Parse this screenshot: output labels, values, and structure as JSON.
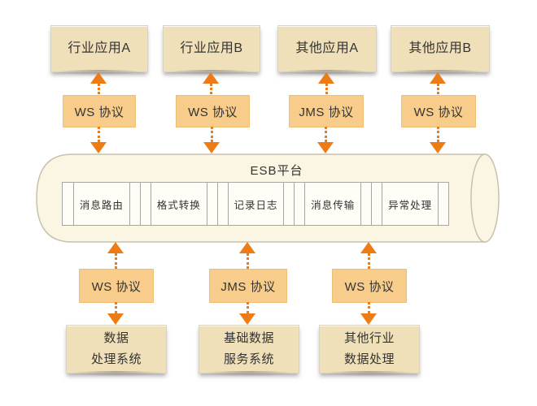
{
  "title": "ESB平台",
  "top_apps": [
    {
      "label": "行业应用A",
      "protocol": "WS 协议"
    },
    {
      "label": "行业应用B",
      "protocol": "WS 协议"
    },
    {
      "label": "其他应用A",
      "protocol": "JMS 协议"
    },
    {
      "label": "其他应用B",
      "protocol": "WS 协议"
    }
  ],
  "esb_modules": [
    "消息路由",
    "格式转换",
    "记录日志",
    "消息传输",
    "异常处理"
  ],
  "bottom_systems": [
    {
      "protocol": "WS 协议",
      "lines": [
        "数据",
        "处理系统"
      ]
    },
    {
      "protocol": "JMS 协议",
      "lines": [
        "基础数据",
        "服务系统"
      ]
    },
    {
      "protocol": "WS 协议",
      "lines": [
        "其他行业",
        "数据处理"
      ]
    }
  ],
  "colors": {
    "box_fill": "#f0e0ba",
    "protocol_fill": "#f8cd8c",
    "arrow_orange": "#ed7c17",
    "cylinder_fill": "#faf6e3",
    "cylinder_stroke": "#c8c1ab",
    "module_fill": "#fffdf6",
    "module_stroke": "#a5a5a5",
    "text": "#333333"
  }
}
